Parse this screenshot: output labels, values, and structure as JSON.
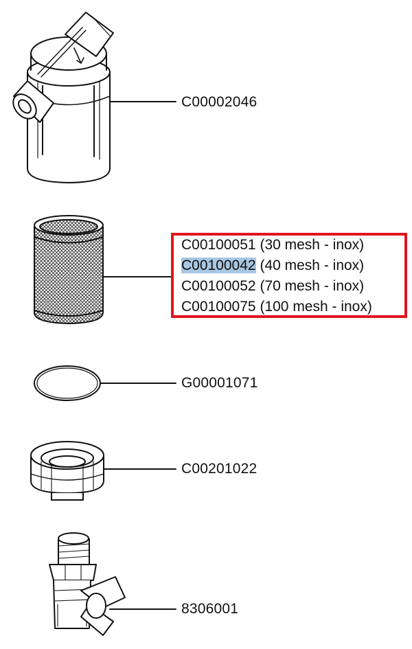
{
  "parts": [
    {
      "id": "filter-housing",
      "code": "C00002046"
    },
    {
      "id": "mesh-cartridge",
      "variants": [
        {
          "code": "C00100051",
          "desc": "(30 mesh - inox)",
          "selected": false
        },
        {
          "code": "C00100042",
          "desc": "(40 mesh - inox)",
          "selected": true
        },
        {
          "code": "C00100052",
          "desc": "(70 mesh - inox)",
          "selected": false
        },
        {
          "code": "C00100075",
          "desc": "(100 mesh - inox)",
          "selected": false
        }
      ]
    },
    {
      "id": "o-ring",
      "code": "G00001071"
    },
    {
      "id": "threaded-ring-nut",
      "code": "C00201022"
    },
    {
      "id": "valve-fitting",
      "code": "8306001"
    }
  ],
  "colors": {
    "highlight_box": "#e0141e",
    "selection": "#a9c6e3",
    "ink": "#111111"
  }
}
